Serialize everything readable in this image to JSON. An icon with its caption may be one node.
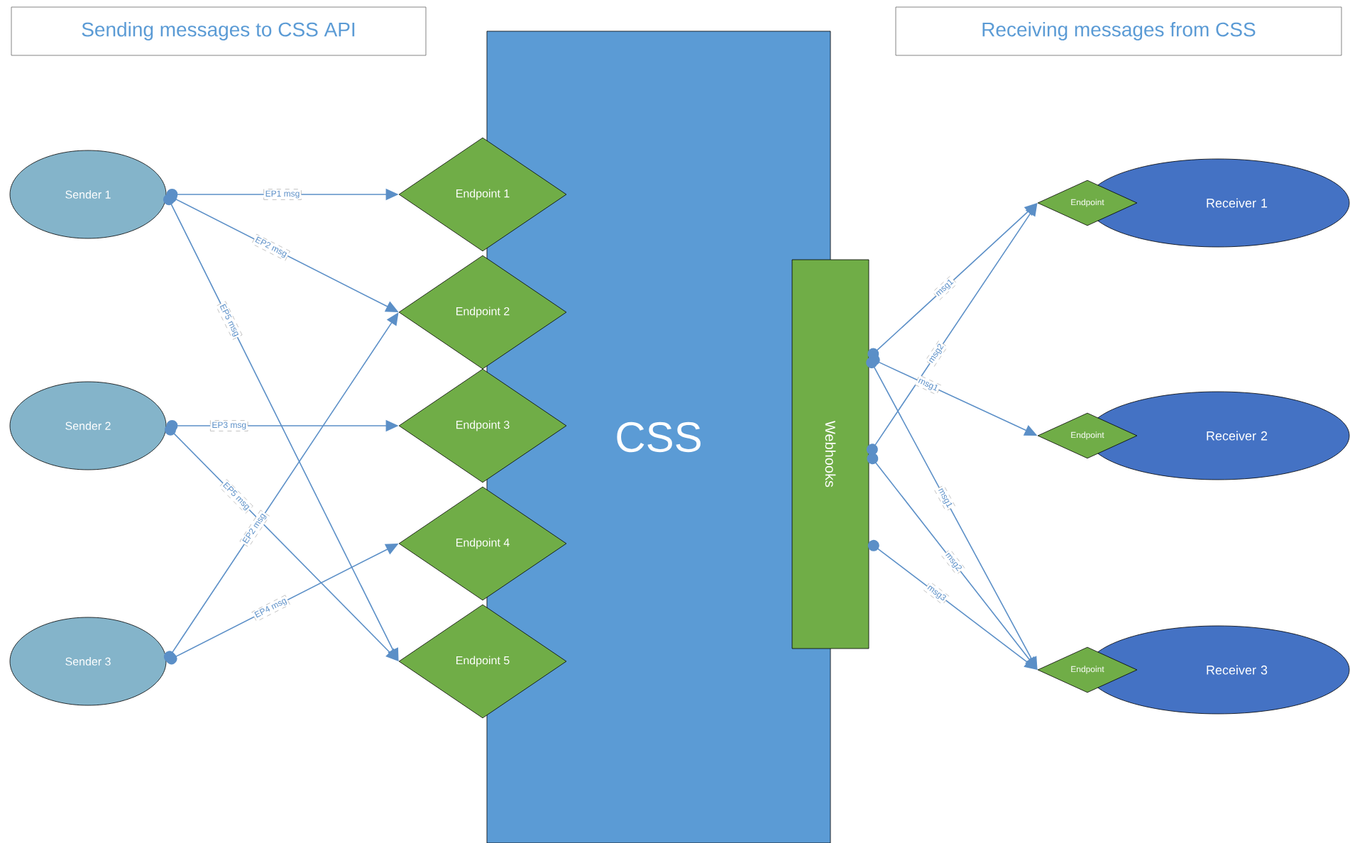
{
  "diagram": {
    "nodes": [
      {
        "text": [
          "Sending messages to CSS API"
        ]
      },
      {
        "text": [
          "Receiving messages from CSS"
        ]
      },
      {
        "text": [
          "Sender 1"
        ]
      },
      {
        "text": [
          "Sender 2"
        ]
      },
      {
        "text": [
          "Sender 3"
        ]
      },
      {
        "text": [
          "CSS"
        ]
      },
      {
        "text": [
          "Endpoint 1"
        ]
      },
      {
        "text": [
          "Endpoint 2"
        ]
      },
      {
        "text": [
          "Endpoint 3"
        ]
      },
      {
        "text": [
          "Endpoint 4"
        ]
      },
      {
        "text": [
          "Endpoint 5"
        ]
      },
      {
        "text": [
          "Webhooks"
        ]
      },
      {
        "text": [
          "Receiver 1"
        ]
      },
      {
        "text": [
          "Endpoint"
        ]
      },
      {
        "text": [
          "Receiver 2"
        ]
      },
      {
        "text": [
          "Endpoint"
        ]
      },
      {
        "text": [
          "Receiver 3"
        ]
      },
      {
        "text": [
          "Endpoint"
        ]
      }
    ],
    "edges": [
      {
        "from": 2,
        "to": 6,
        "arrow": "to",
        "label": "EP1 msg"
      },
      {
        "from": 2,
        "to": 7,
        "arrow": "to",
        "label": "EP2 msg"
      },
      {
        "from": 2,
        "to": 10,
        "arrow": "to",
        "label": "EP5 msg"
      },
      {
        "from": 3,
        "to": 8,
        "arrow": "to",
        "label": "EP3 msg"
      },
      {
        "from": 3,
        "to": 10,
        "arrow": "to",
        "label": "EP5 msg"
      },
      {
        "from": 4,
        "to": 7,
        "arrow": "to",
        "label": "EP2 msg"
      },
      {
        "from": 4,
        "to": 9,
        "arrow": "to",
        "label": "EP4 msg"
      },
      {
        "from": 11,
        "to": 13,
        "arrow": "to",
        "label": "msg1"
      },
      {
        "from": 11,
        "to": 13,
        "arrow": "to",
        "label": "msg2"
      },
      {
        "from": 11,
        "to": 15,
        "arrow": "to",
        "label": "msg1"
      },
      {
        "from": 11,
        "to": 17,
        "arrow": "to",
        "label": "msg1"
      },
      {
        "from": 11,
        "to": 17,
        "arrow": "to",
        "label": "msg2"
      },
      {
        "from": 11,
        "to": 17,
        "arrow": "to",
        "label": "msg3"
      }
    ]
  }
}
